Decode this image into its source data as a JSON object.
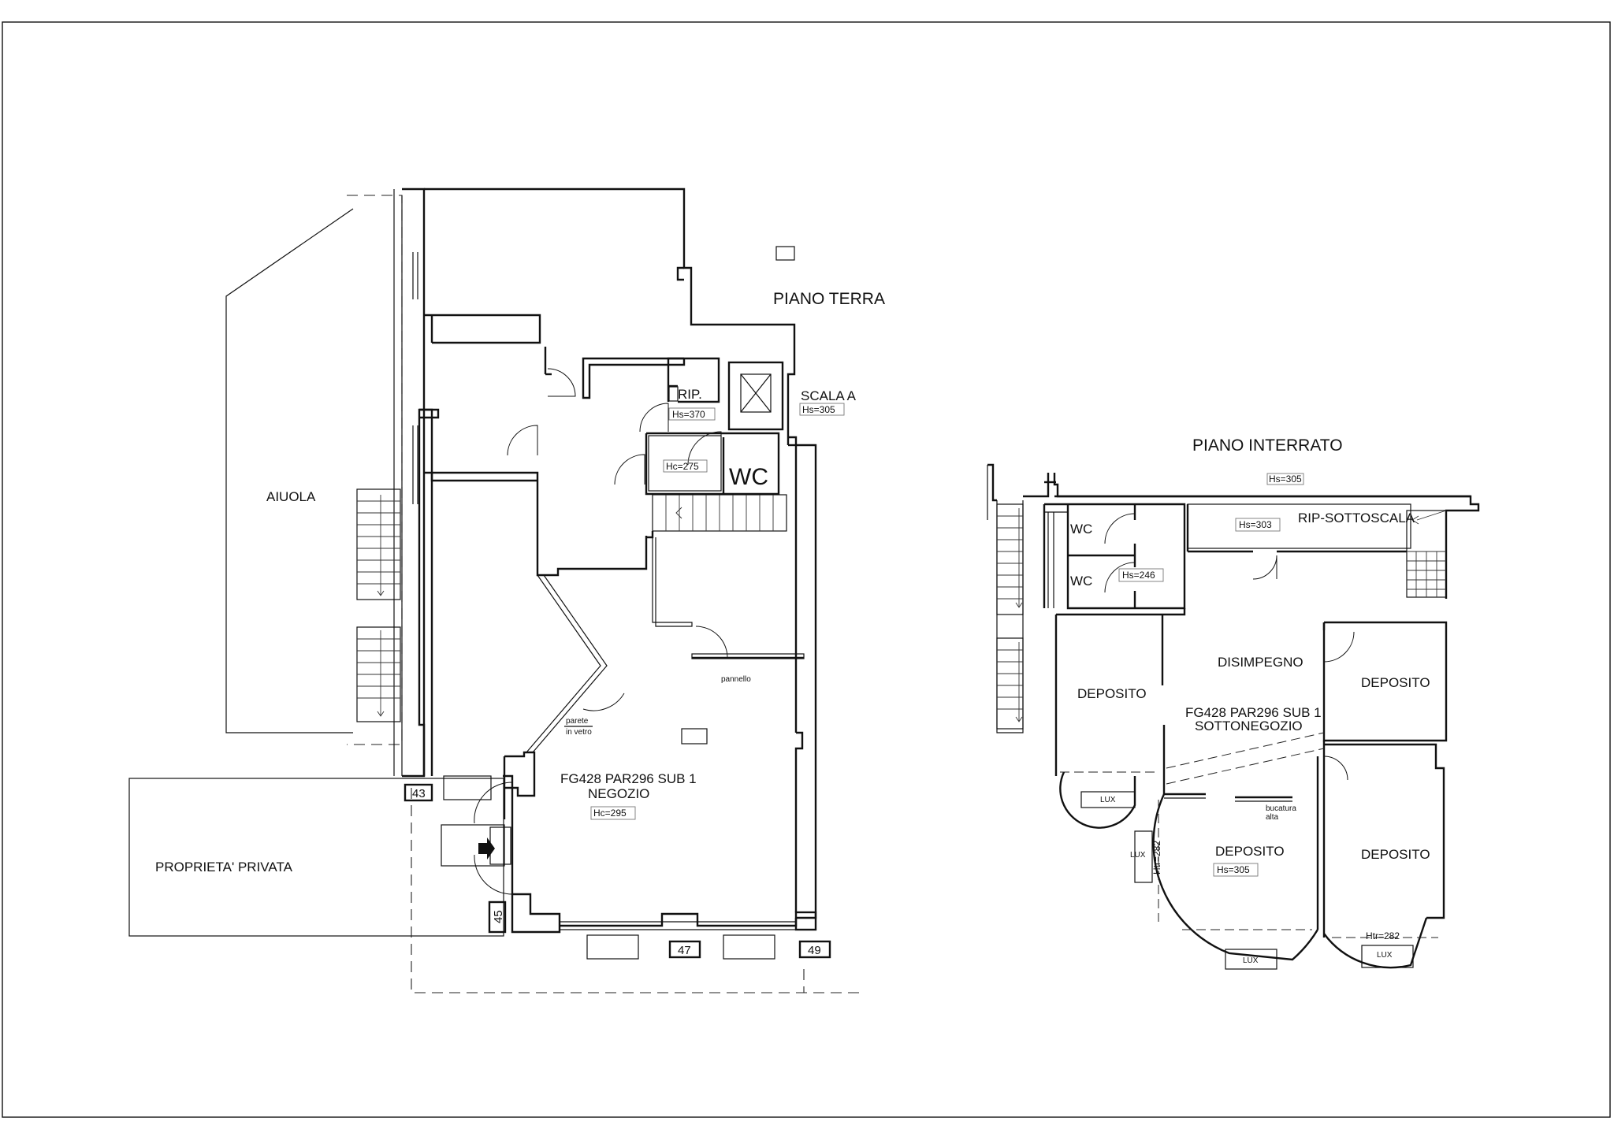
{
  "piano_terra": {
    "title": "PIANO TERRA",
    "aiuola": "AIUOLA",
    "proprieta_privata": "PROPRIETA' PRIVATA",
    "rip": "RIP.",
    "rip_hs": "Hs=370",
    "scala_a": "SCALA A",
    "scala_hs": "Hs=305",
    "wc": "WC",
    "wc_hc": "Hc=275",
    "pannello": "pannello",
    "parete_1": "parete",
    "parete_2": "in vetro",
    "unit_1": "FG428 PAR296 SUB 1",
    "unit_2": "NEGOZIO",
    "unit_hc": "Hc=295",
    "civic_43": "43",
    "civic_45": "45",
    "civic_47": "47",
    "civic_49": "49"
  },
  "piano_interrato": {
    "title": "PIANO INTERRATO",
    "hs_top": "Hs=305",
    "wc_1": "WC",
    "wc_2": "WC",
    "hs_303": "Hs=303",
    "rip_sottoscala": "RIP-SOTTOSCALA",
    "hs_246": "Hs=246",
    "disimpegno": "DISIMPEGNO",
    "deposito_left": "DEPOSITO",
    "deposito_right": "DEPOSITO",
    "unit_1": "FG428 PAR296 SUB 1",
    "unit_2": "SOTTONEGOZIO",
    "lux_1": "LUX",
    "lux_2": "LUX",
    "lux_3": "LUX",
    "lux_4": "LUX",
    "bucatura_1": "bucatura",
    "bucatura_2": "alta",
    "htr_1": "Htr=282",
    "htr_2": "Htr=282",
    "deposito_center": "DEPOSITO",
    "hs_305_center": "Hs=305",
    "deposito_far_right": "DEPOSITO"
  }
}
